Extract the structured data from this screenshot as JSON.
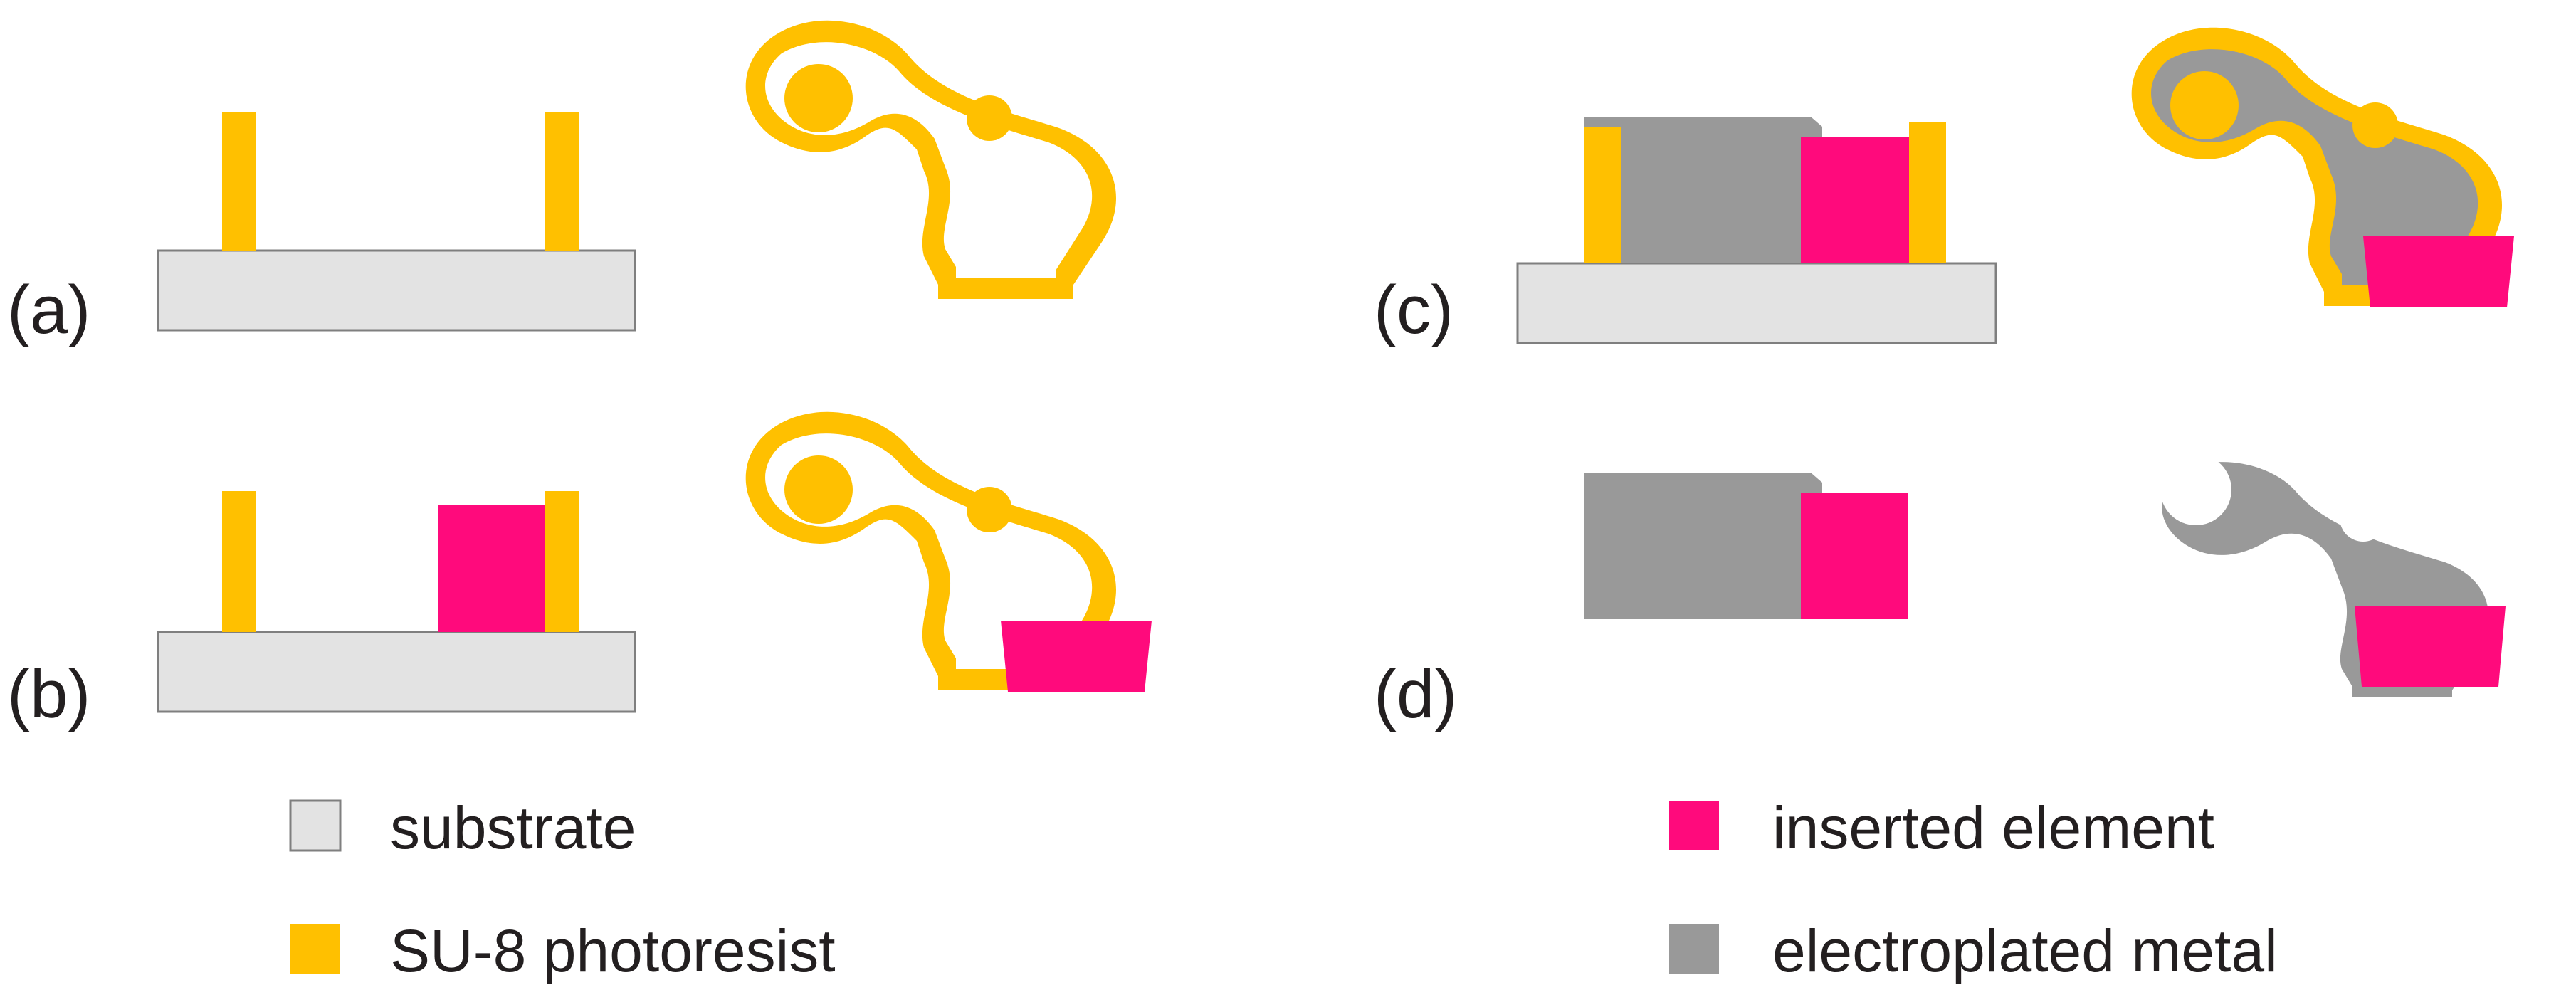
{
  "colors": {
    "substrate": "#e3e3e3",
    "photoresist": "#ffc000",
    "inserted_element": "#ff0a7c",
    "electroplated_metal": "#999999",
    "outline": "#7f7f7f",
    "text": "#231f20"
  },
  "panels": [
    {
      "id": "a",
      "label": "(a)"
    },
    {
      "id": "b",
      "label": "(b)"
    },
    {
      "id": "c",
      "label": "(c)"
    },
    {
      "id": "d",
      "label": "(d)"
    }
  ],
  "legend": [
    {
      "key": "substrate",
      "label": "substrate"
    },
    {
      "key": "photoresist",
      "label": "SU-8 photoresist"
    },
    {
      "key": "inserted_element",
      "label": "inserted element"
    },
    {
      "key": "electroplated_metal",
      "label": "electroplated metal"
    }
  ]
}
